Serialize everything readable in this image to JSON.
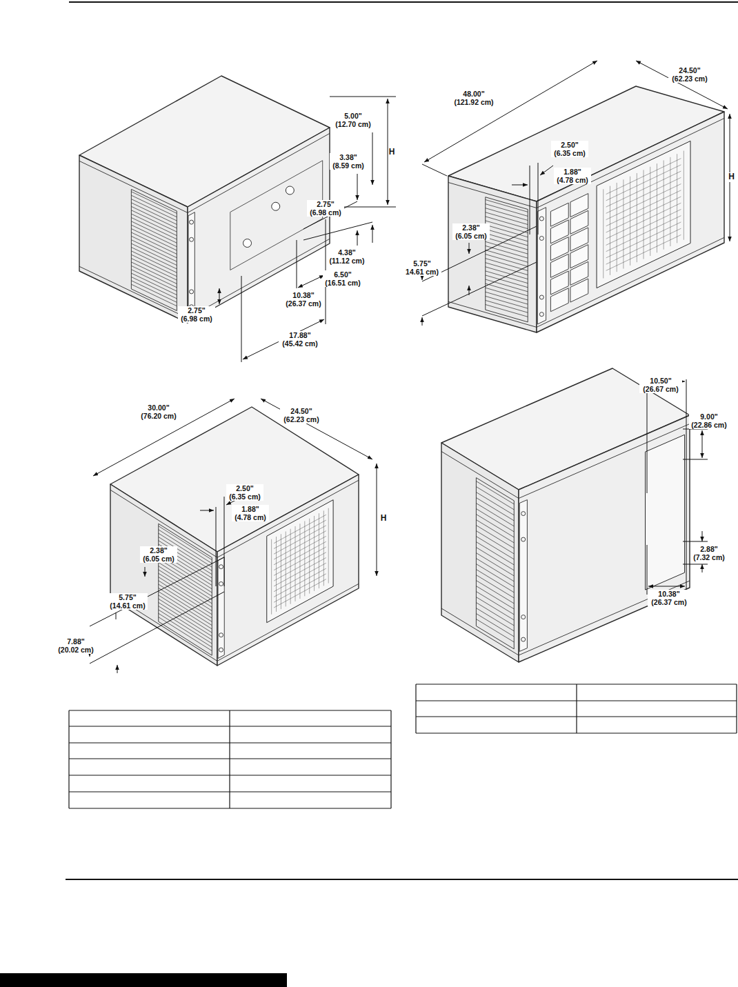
{
  "diagram": {
    "labels": [
      "5.00\" (12.70 cm)",
      "3.38\" (8.59 cm)",
      "2.75\" (6.98 cm)",
      "H",
      "4.38\" (11.12 cm)",
      "6.50\" (16.51 cm)",
      "10.38\" (26.37 cm)",
      "2.75\" (6.98 cm)",
      "17.88\" (45.42 cm)",
      "48.00\" (121.92 cm)",
      "24.50\" (62.23 cm)",
      "2.50\" (6.35 cm)",
      "1.88\" (4.78 cm)",
      "2.38\" (6.05 cm)",
      "5.75\" 14.61 cm)",
      "H",
      "30.00\" (76.20 cm)",
      "24.50\" (62.23 cm)",
      "H",
      "2.50\" (6.35 cm)",
      "1.88\" (4.78 cm)",
      "2.38\" (6.05 cm)",
      "5.75\" (14.61 cm)",
      "7.88\" (20.02 cm)",
      "10.50\" (26.67 cm)",
      "9.00\" (22.86 cm)",
      "2.88\" (7.32 cm)",
      "10.38\" (26.37 cm)"
    ]
  }
}
